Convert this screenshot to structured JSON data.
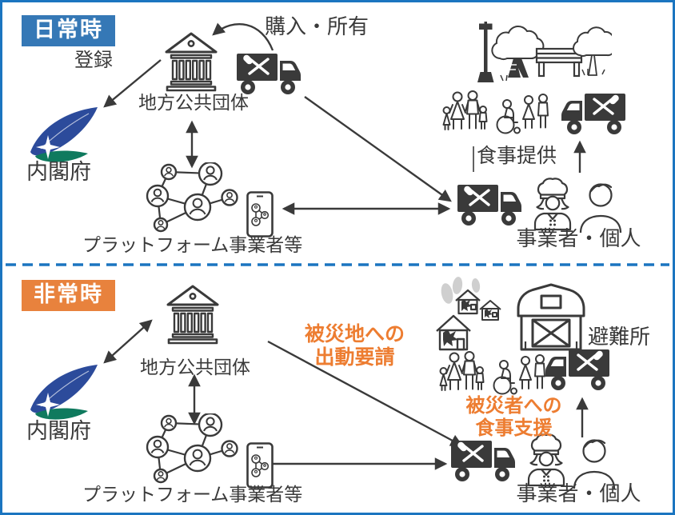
{
  "diagram": {
    "normal": {
      "badge": "日常時",
      "register_label": "登録",
      "purchase_label": "購入・所有",
      "municipality_label": "地方公共団体",
      "cabinet_office_label": "内閣府",
      "platform_label": "プラットフォーム事業者等",
      "meal_provision_label": "食事提供",
      "operators_label": "事業者・個人"
    },
    "emergency": {
      "badge": "非常時",
      "municipality_label": "地方公共団体",
      "cabinet_office_label": "内閣府",
      "platform_label": "プラットフォーム事業者等",
      "dispatch_line1": "被災地への",
      "dispatch_line2": "出動要請",
      "shelter_label": "避難所",
      "support_line1": "被災者への",
      "support_line2": "食事支援",
      "operators_label": "事業者・個人"
    },
    "colors": {
      "border_blue": "#1B75C0",
      "normal_badge_blue": "#3578B6",
      "emergency_badge_orange": "#E8823D",
      "accent_orange_text": "#ED7D31",
      "ink": "#3A3A3A",
      "cabinet_logo_blue": "#2C4B9B",
      "cabinet_logo_green": "#0F7A5E",
      "smoke_gray": "#CFCFCF"
    },
    "icon_names": [
      "government-building-icon",
      "kitchen-car-icon",
      "cabinet-office-logo-icon",
      "platform-network-icon",
      "smartphone-icon",
      "park-icon",
      "residents-icon",
      "chef-icon",
      "person-icon",
      "damaged-houses-icon",
      "shelter-barn-icon",
      "arrow-icon",
      "double-arrow-icon"
    ]
  }
}
